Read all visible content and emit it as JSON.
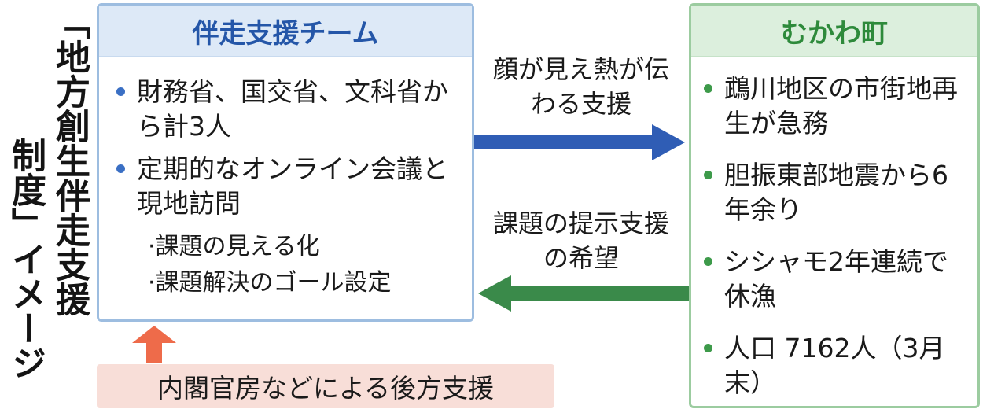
{
  "title": {
    "line1": "「地方創生伴走支援",
    "line2": "制度」イメージ"
  },
  "left_box": {
    "header": "伴走支援チーム",
    "bullets": [
      "財務省、国交省、文科省から計3人",
      "定期的なオンライン会議と現地訪問"
    ],
    "subitems": [
      "·課題の見える化",
      "·課題解決のゴール設定"
    ]
  },
  "right_box": {
    "header": "むかわ町",
    "bullets": [
      "鵡川地区の市街地再生が急務",
      "胆振東部地震から6年余り",
      "シシャモ2年連続で休漁",
      "人口 7162人（3月末）"
    ]
  },
  "arrows": {
    "to_town_label": "顔が見え熱が伝わる支援",
    "to_team_label": "課題の提示支援の希望"
  },
  "bottom": {
    "label": "内閣官房などによる後方支援"
  },
  "colors": {
    "team_blue": "#2456a8",
    "town_green": "#2e8a3b",
    "arrow_blue": "#2f5db5",
    "arrow_green": "#3a8a4a",
    "support_red": "#ee6b4a",
    "support_bg": "#f8ded8"
  }
}
